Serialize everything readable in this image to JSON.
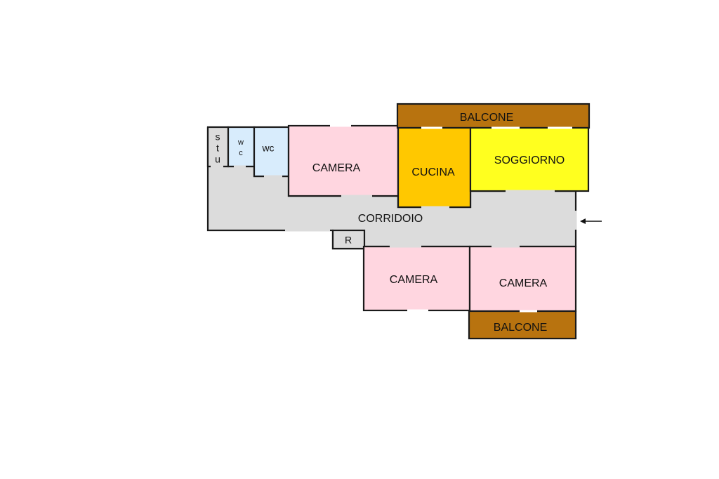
{
  "floorplan": {
    "rooms": {
      "balcone_top": "BALCONE",
      "stu_line1": "s",
      "stu_line2": "t",
      "stu_line3": "u",
      "wc_small_line1": "w",
      "wc_small_line2": "c",
      "wc": "wc",
      "camera_top": "CAMERA",
      "cucina": "CUCINA",
      "soggiorno": "SOGGIORNO",
      "corridoio": "CORRIDOIO",
      "ripostiglio": "R",
      "camera_bottom_left": "CAMERA",
      "camera_bottom_right": "CAMERA",
      "balcone_bottom": "BALCONE"
    },
    "entrance_arrow_icon": "arrow-left-icon",
    "colors": {
      "balcone": "#b8730f",
      "camera": "#ffd6e0",
      "cucina": "#ffc800",
      "soggiorno": "#ffff1f",
      "corridoio": "#dcdcdc",
      "wc": "#d8ecfc",
      "stu": "#dcdcdc",
      "wall": "#1a1a1a"
    }
  }
}
